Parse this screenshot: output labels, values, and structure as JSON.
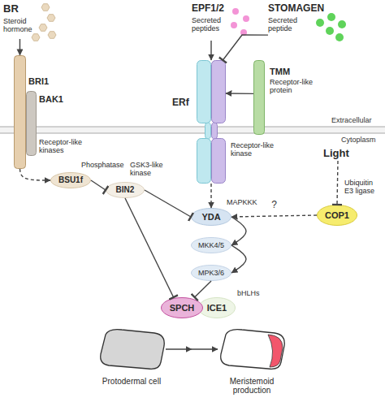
{
  "diagram": {
    "nodes": [
      {
        "text": [
          "BR",
          "Steroid hormone"
        ]
      },
      {
        "text": [
          "EPF1/2",
          "Secreted peptides"
        ]
      },
      {
        "text": [
          "STOMAGEN",
          "Secreted peptide"
        ]
      },
      {
        "text": [
          "BRI1"
        ]
      },
      {
        "text": [
          "BAK1",
          "Receptor-like kinases"
        ]
      },
      {
        "text": [
          "ERf",
          "Receptor-like kinase"
        ]
      },
      {
        "text": [
          "TMM",
          "Receptor-like protein"
        ]
      },
      {
        "text": [
          "Light"
        ]
      },
      {
        "text": [
          "BSU1f",
          "Phosphatase"
        ]
      },
      {
        "text": [
          "BIN2",
          "GSK3-like kinase"
        ]
      },
      {
        "text": [
          "YDA",
          "MAPKKK"
        ]
      },
      {
        "text": [
          "COP1",
          "Ubiquitin E3 ligase"
        ]
      },
      {
        "text": [
          "MKK4/5"
        ]
      },
      {
        "text": [
          "MPK3/6"
        ]
      },
      {
        "text": [
          "SPCH"
        ]
      },
      {
        "text": [
          "ICE1"
        ]
      },
      {
        "text": [
          "Protodermal cell"
        ]
      },
      {
        "text": [
          "Meristemoid production"
        ]
      }
    ],
    "edges": [
      {
        "from": 0,
        "to": 3,
        "arrow": "to"
      },
      {
        "from": 1,
        "to": 5,
        "arrow": "to"
      },
      {
        "from": 2,
        "to": 5,
        "arrow": "to"
      },
      {
        "from": 6,
        "to": 5,
        "arrow": "to"
      },
      {
        "from": 3,
        "to": 8,
        "arrow": "to"
      },
      {
        "from": 8,
        "to": 9,
        "arrow": "to"
      },
      {
        "from": 9,
        "to": 10,
        "arrow": "to"
      },
      {
        "from": 9,
        "to": 14,
        "arrow": "to"
      },
      {
        "from": 5,
        "to": 10,
        "arrow": "to"
      },
      {
        "from": 7,
        "to": 11,
        "arrow": "to"
      },
      {
        "from": 11,
        "to": 10,
        "label": "?",
        "arrow": "to"
      },
      {
        "from": 10,
        "to": 12,
        "arrow": "to"
      },
      {
        "from": 12,
        "to": 13,
        "arrow": "to"
      },
      {
        "from": 13,
        "to": 14,
        "arrow": "to"
      },
      {
        "from": 16,
        "to": 17,
        "arrow": "to"
      }
    ],
    "labels": [
      "Extracellular",
      "Cytoplasm",
      "bHLHs"
    ]
  }
}
